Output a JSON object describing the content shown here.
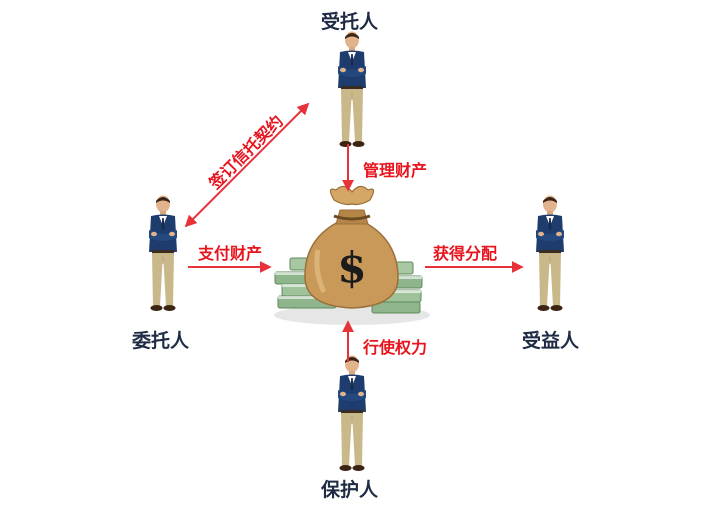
{
  "roles": {
    "trustee": "受托人",
    "settlor": "委托人",
    "beneficiary": "受益人",
    "protector": "保护人"
  },
  "actions": {
    "sign_contract": "签订信托契约",
    "manage_property": "管理财产",
    "pay_property": "支付财产",
    "get_distribution": "获得分配",
    "exercise_power": "行使权力"
  },
  "icons": {
    "person": "businessman-icon",
    "money": "money-bag-icon"
  },
  "colors": {
    "arrow": "#e8323a",
    "action_text": "#e8141d",
    "role_text": "#1f2a44",
    "suit": "#1e3d6e",
    "pants": "#c9b98a",
    "bag": "#c9995a"
  }
}
